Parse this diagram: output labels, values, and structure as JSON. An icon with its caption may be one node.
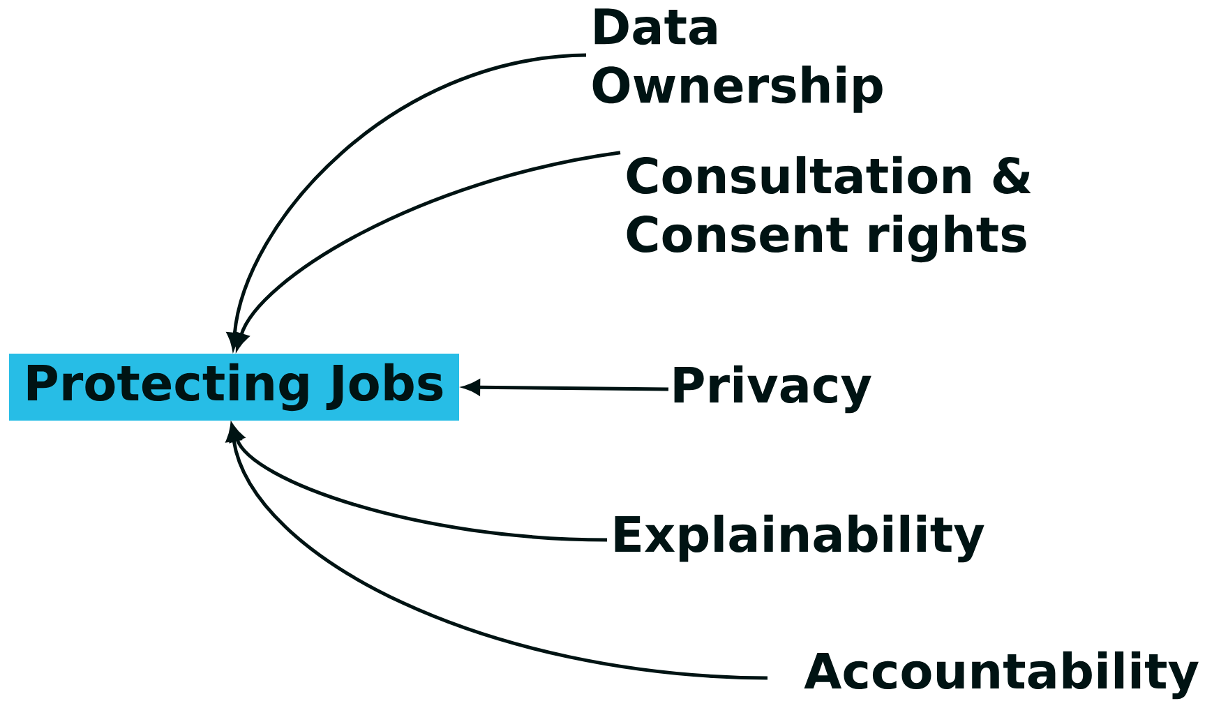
{
  "diagram": {
    "nodes": [
      {
        "text": [
          "Data Ownership"
        ]
      },
      {
        "text": [
          "Consultation & Consent rights"
        ]
      },
      {
        "text": [
          "Protecting Jobs"
        ]
      },
      {
        "text": [
          "Privacy"
        ]
      },
      {
        "text": [
          "Explainability"
        ]
      },
      {
        "text": [
          "Accountability"
        ]
      }
    ],
    "edges": [
      {
        "from": 0,
        "to": 2,
        "arrow": "to"
      },
      {
        "from": 1,
        "to": 2,
        "arrow": "to"
      },
      {
        "from": 3,
        "to": 2,
        "arrow": "to"
      },
      {
        "from": 4,
        "to": 2,
        "arrow": "to"
      },
      {
        "from": 5,
        "to": 2,
        "arrow": "to"
      }
    ]
  }
}
